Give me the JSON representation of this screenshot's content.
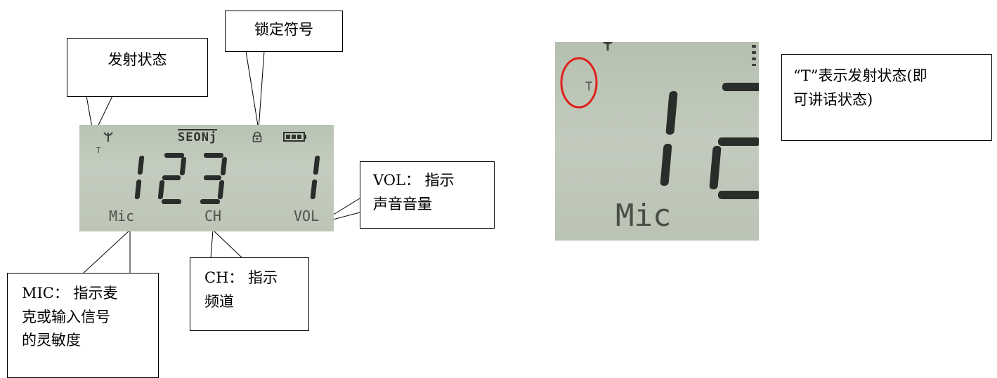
{
  "callouts": {
    "tx_status": "发射状态",
    "lock_symbol": "锁定符号",
    "vol_line1": "VOL： 指示",
    "vol_line2": "声音音量",
    "ch_line1": "CH： 指示",
    "ch_line2": "频道",
    "mic_line1": "MIC： 指示麦",
    "mic_line2": "克或输入信号",
    "mic_line3": "的灵敏度",
    "t_line1": "“T”表示发射状态(即",
    "t_line2": "可讲话状态)"
  },
  "lcd": {
    "brand": "SEONj",
    "t_flag": "T",
    "mic_label": "Mic",
    "ch_label": "CH",
    "vol_label": "VOL",
    "channel_digits": "123",
    "volume_digit": "1"
  },
  "zoom": {
    "t_flag": "T",
    "mic_label": "Mic"
  },
  "colors": {
    "lcd_bg": "#bfc8b9",
    "segment": "#2a2d2a",
    "highlight_circle": "#e0201c"
  }
}
